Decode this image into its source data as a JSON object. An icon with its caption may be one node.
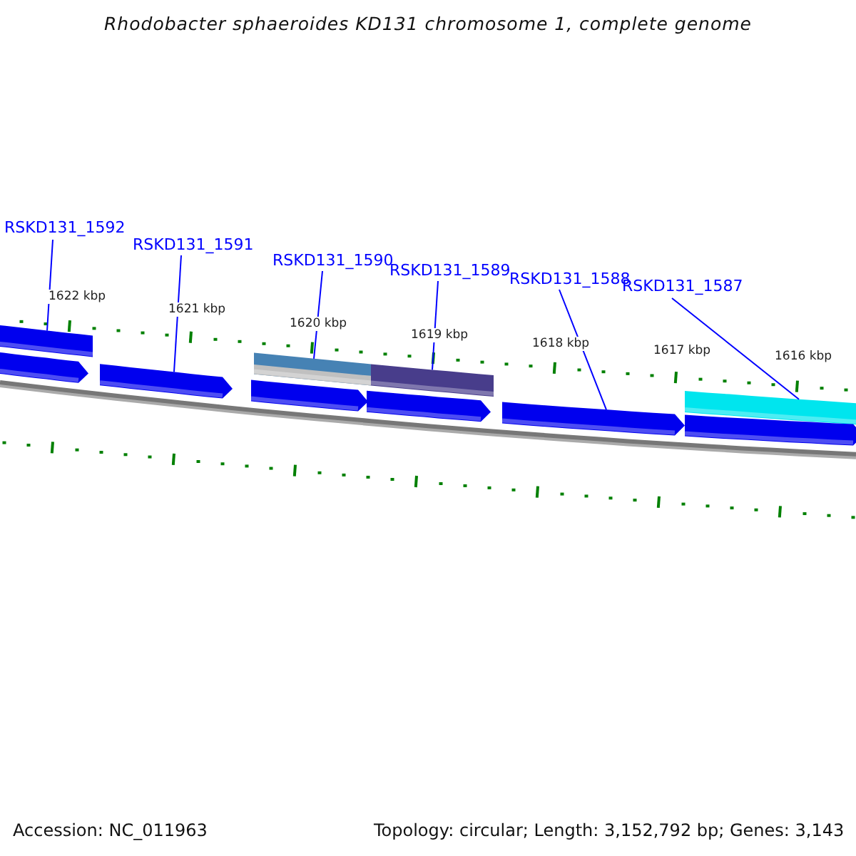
{
  "diagram": {
    "title": "Rhodobacter sphaeroides KD131 chromosome 1, complete genome",
    "nodes": [
      {
        "text": [
          "RSKD131_1592"
        ]
      },
      {
        "text": [
          "RSKD131_1591"
        ]
      },
      {
        "text": [
          "RSKD131_1590"
        ]
      },
      {
        "text": [
          "RSKD131_1589"
        ]
      },
      {
        "text": [
          "RSKD131_1588"
        ]
      },
      {
        "text": [
          "RSKD131_1587"
        ]
      },
      {
        "text": [],
        "shape": "bar"
      },
      {
        "text": [],
        "shape": "bar"
      },
      {
        "text": [],
        "shape": "bar"
      },
      {
        "text": [],
        "shape": "bar"
      },
      {
        "text": [],
        "shape": "bar"
      },
      {
        "text": [],
        "shape": "bar"
      },
      {
        "text": [],
        "shape": "bar"
      },
      {
        "text": [],
        "shape": "bar"
      },
      {
        "text": [],
        "shape": "bar"
      },
      {
        "text": [],
        "shape": "bar"
      }
    ],
    "edges": [
      {
        "from": 0,
        "to": 6,
        "arrow": "none"
      },
      {
        "from": 1,
        "to": 8,
        "arrow": "none"
      },
      {
        "from": 2,
        "to": 9,
        "arrow": "none"
      },
      {
        "from": 3,
        "to": 10,
        "arrow": "none"
      },
      {
        "from": 4,
        "to": 13,
        "arrow": "none"
      },
      {
        "from": 5,
        "to": 14,
        "arrow": "none"
      }
    ],
    "labels": [
      "1622 kbp",
      "1621 kbp",
      "1620 kbp",
      "1619 kbp",
      "1618 kbp",
      "1617 kbp",
      "1616 kbp",
      "Accession: NC_011963",
      "Topology: circular; Length: 3,152,792 bp; Genes: 3,143"
    ]
  }
}
